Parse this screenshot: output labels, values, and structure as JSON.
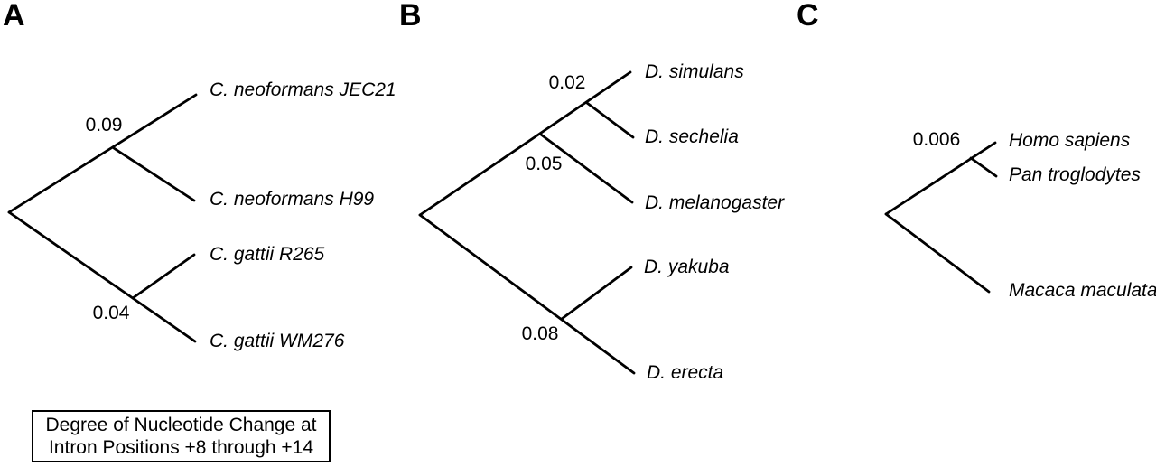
{
  "figure": {
    "type": "phylogenetic-trees",
    "colors": {
      "line": "#000000",
      "text": "#000000",
      "background": "#ffffff"
    },
    "panels": [
      {
        "label": "A",
        "topology": "((C. neoformans JEC21, C. neoformans H99), (C. gattii R265, C. gattii WM276))",
        "taxa": [
          "C. neoformans JEC21",
          "C. neoformans H99",
          "C. gattii R265",
          "C. gattii WM276"
        ],
        "branch_lengths": [
          "0.09",
          "0.04"
        ]
      },
      {
        "label": "B",
        "topology": "(((D. simulans, D. sechelia), D. melanogaster), (D. yakuba, D. erecta))",
        "taxa": [
          "D. simulans",
          "D. sechelia",
          "D. melanogaster",
          "D. yakuba",
          "D. erecta"
        ],
        "branch_lengths": [
          "0.02",
          "0.05",
          "0.08"
        ]
      },
      {
        "label": "C",
        "topology": "((Homo sapiens, Pan troglodytes), Macaca maculata)",
        "taxa": [
          "Homo sapiens",
          "Pan troglodytes",
          "Macaca maculata"
        ],
        "branch_lengths": [
          "0.006"
        ]
      }
    ],
    "caption": {
      "line1": "Degree of Nucleotide Change at",
      "line2": "Intron Positions +8 through +14"
    }
  }
}
